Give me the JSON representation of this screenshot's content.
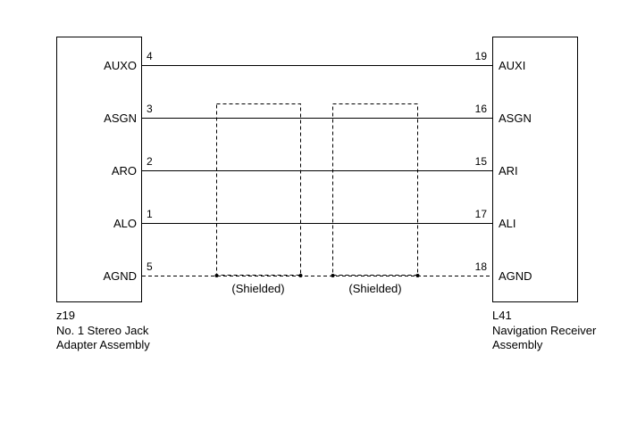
{
  "left_component": {
    "code": "z19",
    "name_line1": "No. 1 Stereo Jack",
    "name_line2": "Adapter Assembly"
  },
  "right_component": {
    "code": "L41",
    "name_line1": "Navigation Receiver",
    "name_line2": "Assembly"
  },
  "wires": [
    {
      "left_label": "AUXO",
      "left_pin": "4",
      "right_pin": "19",
      "right_label": "AUXI",
      "style": "solid"
    },
    {
      "left_label": "ASGN",
      "left_pin": "3",
      "right_pin": "16",
      "right_label": "ASGN",
      "style": "solid"
    },
    {
      "left_label": "ARO",
      "left_pin": "2",
      "right_pin": "15",
      "right_label": "ARI",
      "style": "solid"
    },
    {
      "left_label": "ALO",
      "left_pin": "1",
      "right_pin": "17",
      "right_label": "ALI",
      "style": "solid"
    },
    {
      "left_label": "AGND",
      "left_pin": "5",
      "right_pin": "18",
      "right_label": "AGND",
      "style": "dashed"
    }
  ],
  "shields": [
    {
      "label": "(Shielded)"
    },
    {
      "label": "(Shielded)"
    }
  ],
  "colors": {
    "line": "#000000",
    "background": "#ffffff"
  }
}
